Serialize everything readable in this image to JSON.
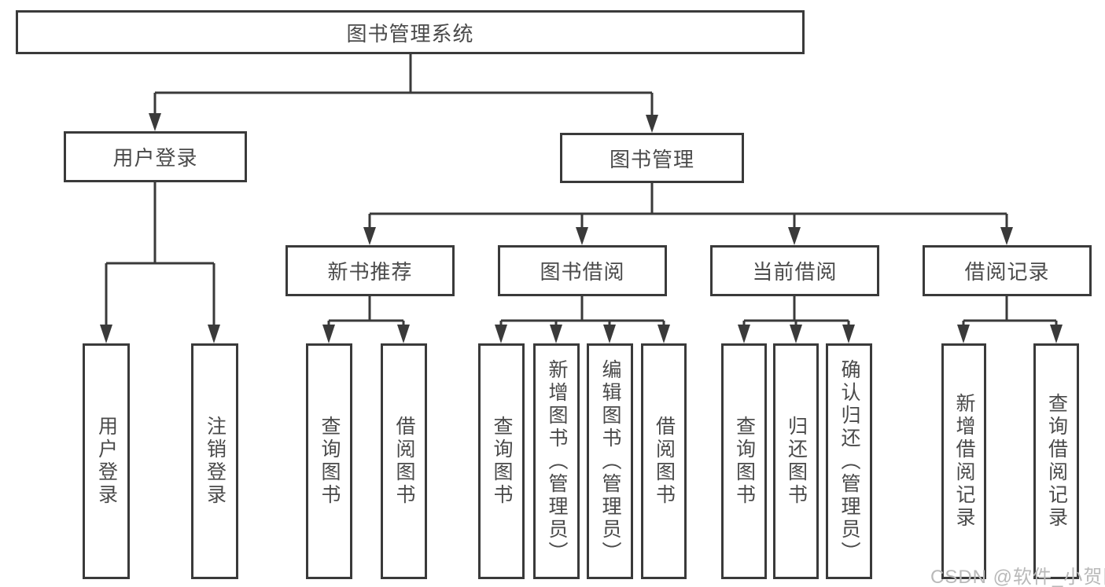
{
  "diagram": {
    "title": "图书管理系统",
    "root": {
      "label": "图书管理系统"
    },
    "level2": [
      {
        "id": "user-login",
        "label": "用户登录"
      },
      {
        "id": "book-management",
        "label": "图书管理"
      }
    ],
    "level3": [
      {
        "id": "new-book-recommend",
        "label": "新书推荐"
      },
      {
        "id": "book-borrowing",
        "label": "图书借阅"
      },
      {
        "id": "current-borrowing",
        "label": "当前借阅"
      },
      {
        "id": "borrowing-records",
        "label": "借阅记录"
      }
    ],
    "leaves": {
      "user_login": [
        "用户登录",
        "注销登录"
      ],
      "new_book_recommend": [
        "查询图书",
        "借阅图书"
      ],
      "book_borrowing": [
        "查询图书",
        "新增图书（管理员）",
        "编辑图书（管理员）",
        "借阅图书"
      ],
      "current_borrowing": [
        "查询图书",
        "归还图书",
        "确认归还（管理员）"
      ],
      "borrowing_records": [
        "新增借阅记录",
        "查询借阅记录"
      ]
    }
  },
  "watermark": {
    "text": "CSDN @软件_小贺同学"
  },
  "colors": {
    "line": "#3a3a3a",
    "text": "#4a4a4a",
    "watermark": "#b9b9b9",
    "background": "#ffffff"
  }
}
